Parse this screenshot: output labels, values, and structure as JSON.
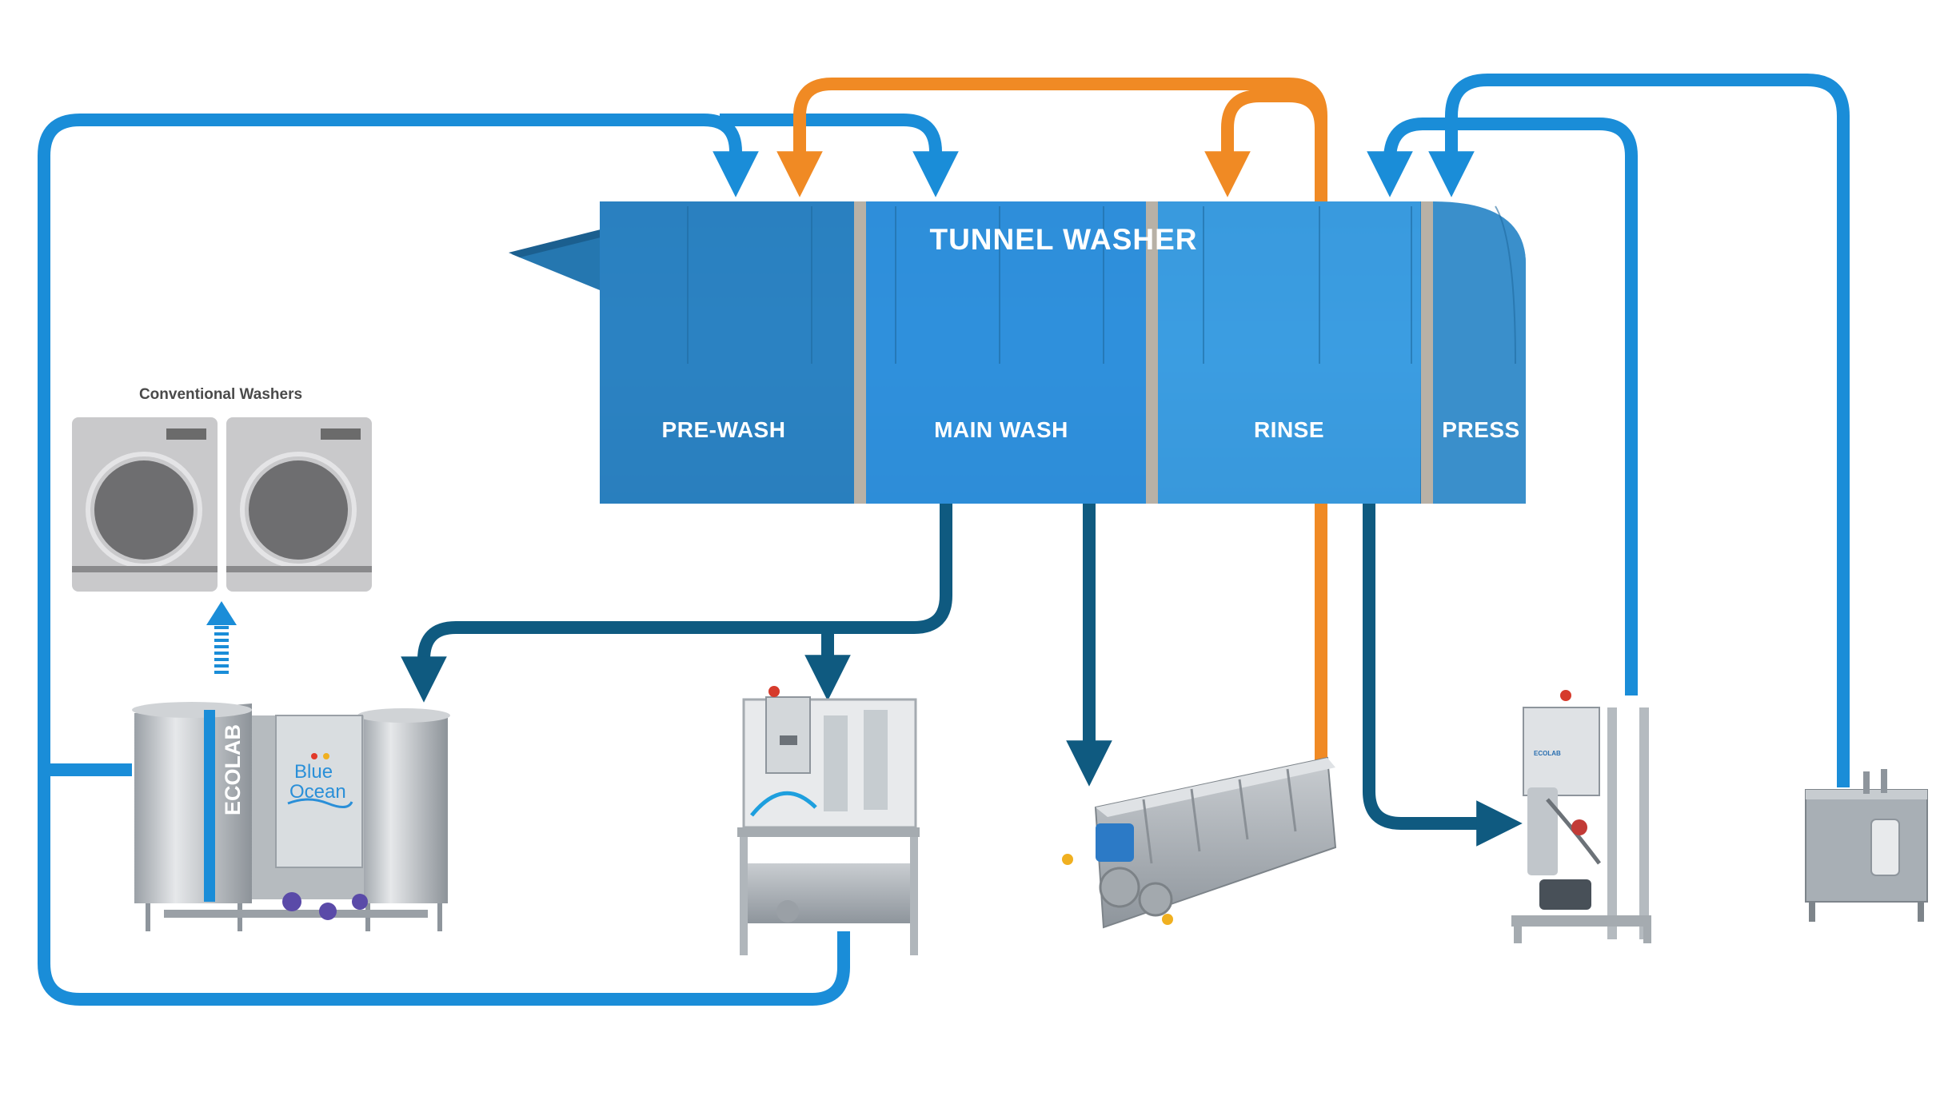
{
  "tunnel_washer": {
    "title": "TUNNEL WASHER",
    "zones": [
      "PRE-WASH",
      "MAIN WASH",
      "RINSE",
      "PRESS"
    ]
  },
  "conventional_washers": {
    "label": "Conventional Washers"
  },
  "equipment": {
    "recycling_tanks": {
      "brand_vertical": "ECOLAB",
      "logo_line1": "Blue",
      "logo_line2": "Ocean"
    },
    "pump_skid_brand": "ECOLAB"
  },
  "colors": {
    "fresh_water_pipe": "#1a8dd8",
    "drain_pipe": "#0f5a80",
    "hot_return_pipe": "#f08a24",
    "tunnel_body": "#2f8fd0"
  }
}
